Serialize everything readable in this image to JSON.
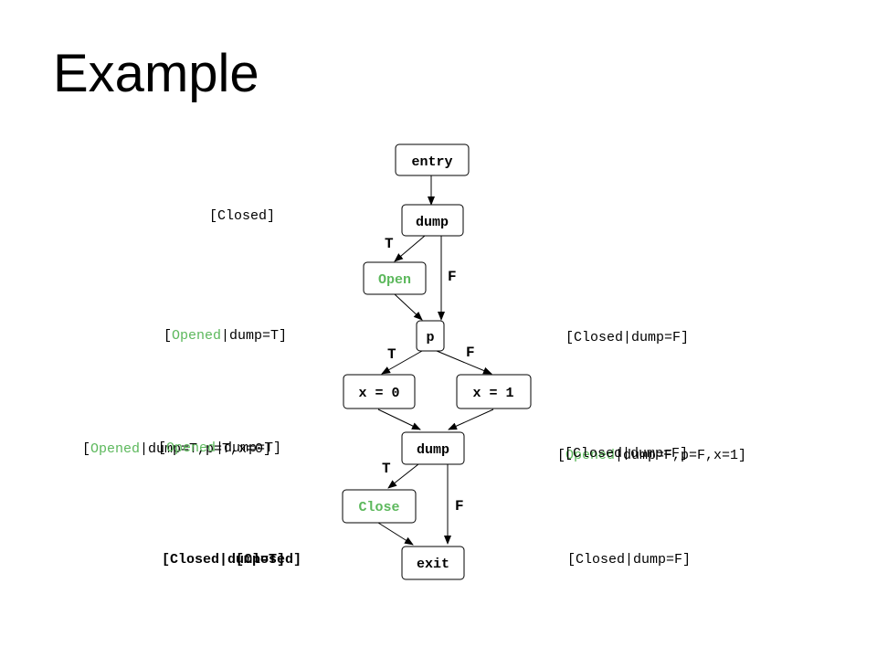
{
  "title": "Example",
  "nodes": {
    "entry": "entry",
    "dump1": "dump",
    "open": "Open",
    "p": "p",
    "x0": "x = 0",
    "x1": "x = 1",
    "dump2": "dump",
    "close": "Close",
    "exit": "exit"
  },
  "edge_labels": {
    "dump1_true": "T",
    "dump1_false": "F",
    "p_true": "T",
    "p_false": "F",
    "dump2_true": "T",
    "dump2_false": "F"
  },
  "annotations": {
    "after_entry": "[Closed]",
    "after_open_bracket_open": "[",
    "after_open_state": "Opened",
    "after_open_rest": "|dump=T]",
    "after_p_false": "[Closed|dump=F]",
    "left_overlap_a_bracket": "[",
    "left_overlap_a_state": "Opened",
    "left_overlap_a_rest": "|dump=T,p=T,x=0]",
    "left_overlap_b_bracket": "[",
    "left_overlap_b_state": "Opened",
    "left_overlap_b_rest": "|dump=T]",
    "right_overlap_a_bracket": "[",
    "right_overlap_a_state": "Opened",
    "right_overlap_a_rest": "|dump=F,p=F,x=1]",
    "right_overlap_b": "[Closed|dump=F]",
    "bottom_left_a": "[Closed|dump=T]",
    "bottom_left_b": "[Closed]",
    "bottom_right": "[Closed|dump=F]"
  },
  "colors": {
    "highlight": "#5cb85c",
    "stroke": "#000000"
  }
}
